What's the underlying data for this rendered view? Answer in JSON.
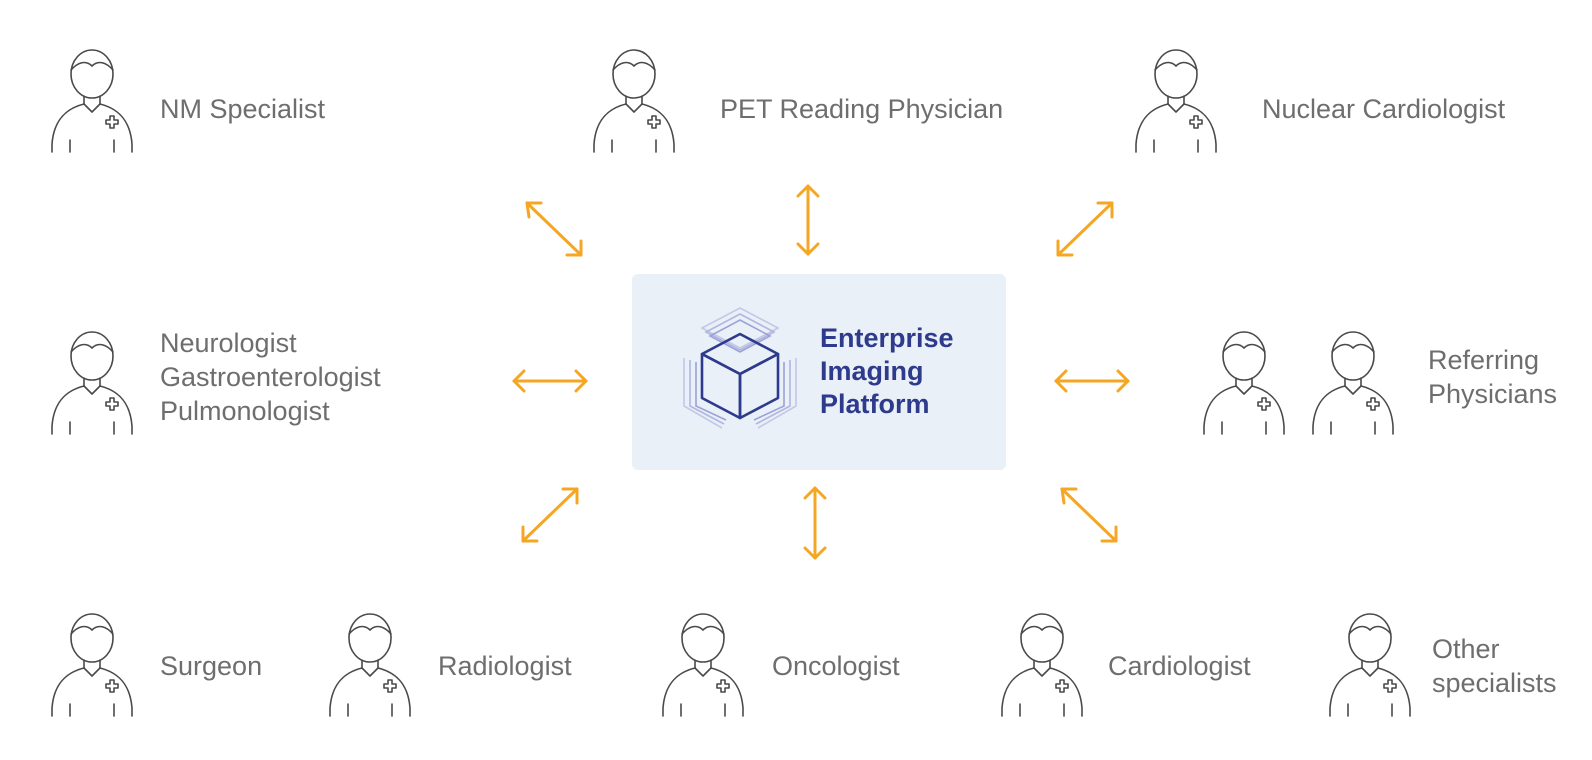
{
  "colors": {
    "arrow": "#f5a623",
    "label": "#6e6e6e",
    "platform_text": "#2e3a8c",
    "platform_bg": "#e9f0f8",
    "person_stroke": "#4a4a4a"
  },
  "icons": {
    "person": "physician-icon",
    "platform": "isometric-cube-logo-icon"
  },
  "platform": {
    "line1": "Enterprise",
    "line2": "Imaging",
    "line3": "Platform"
  },
  "roles": {
    "nm_specialist": "NM Specialist",
    "pet_reading_physician": "PET Reading Physician",
    "nuclear_cardiologist": "Nuclear Cardiologist",
    "neuro_group": [
      "Neurologist",
      "Gastroenterologist",
      "Pulmonologist"
    ],
    "referring_physicians": [
      "Referring",
      "Physicians"
    ],
    "surgeon": "Surgeon",
    "radiologist": "Radiologist",
    "oncologist": "Oncologist",
    "cardiologist": "Cardiologist",
    "other_specialists": [
      "Other",
      "specialists"
    ]
  }
}
